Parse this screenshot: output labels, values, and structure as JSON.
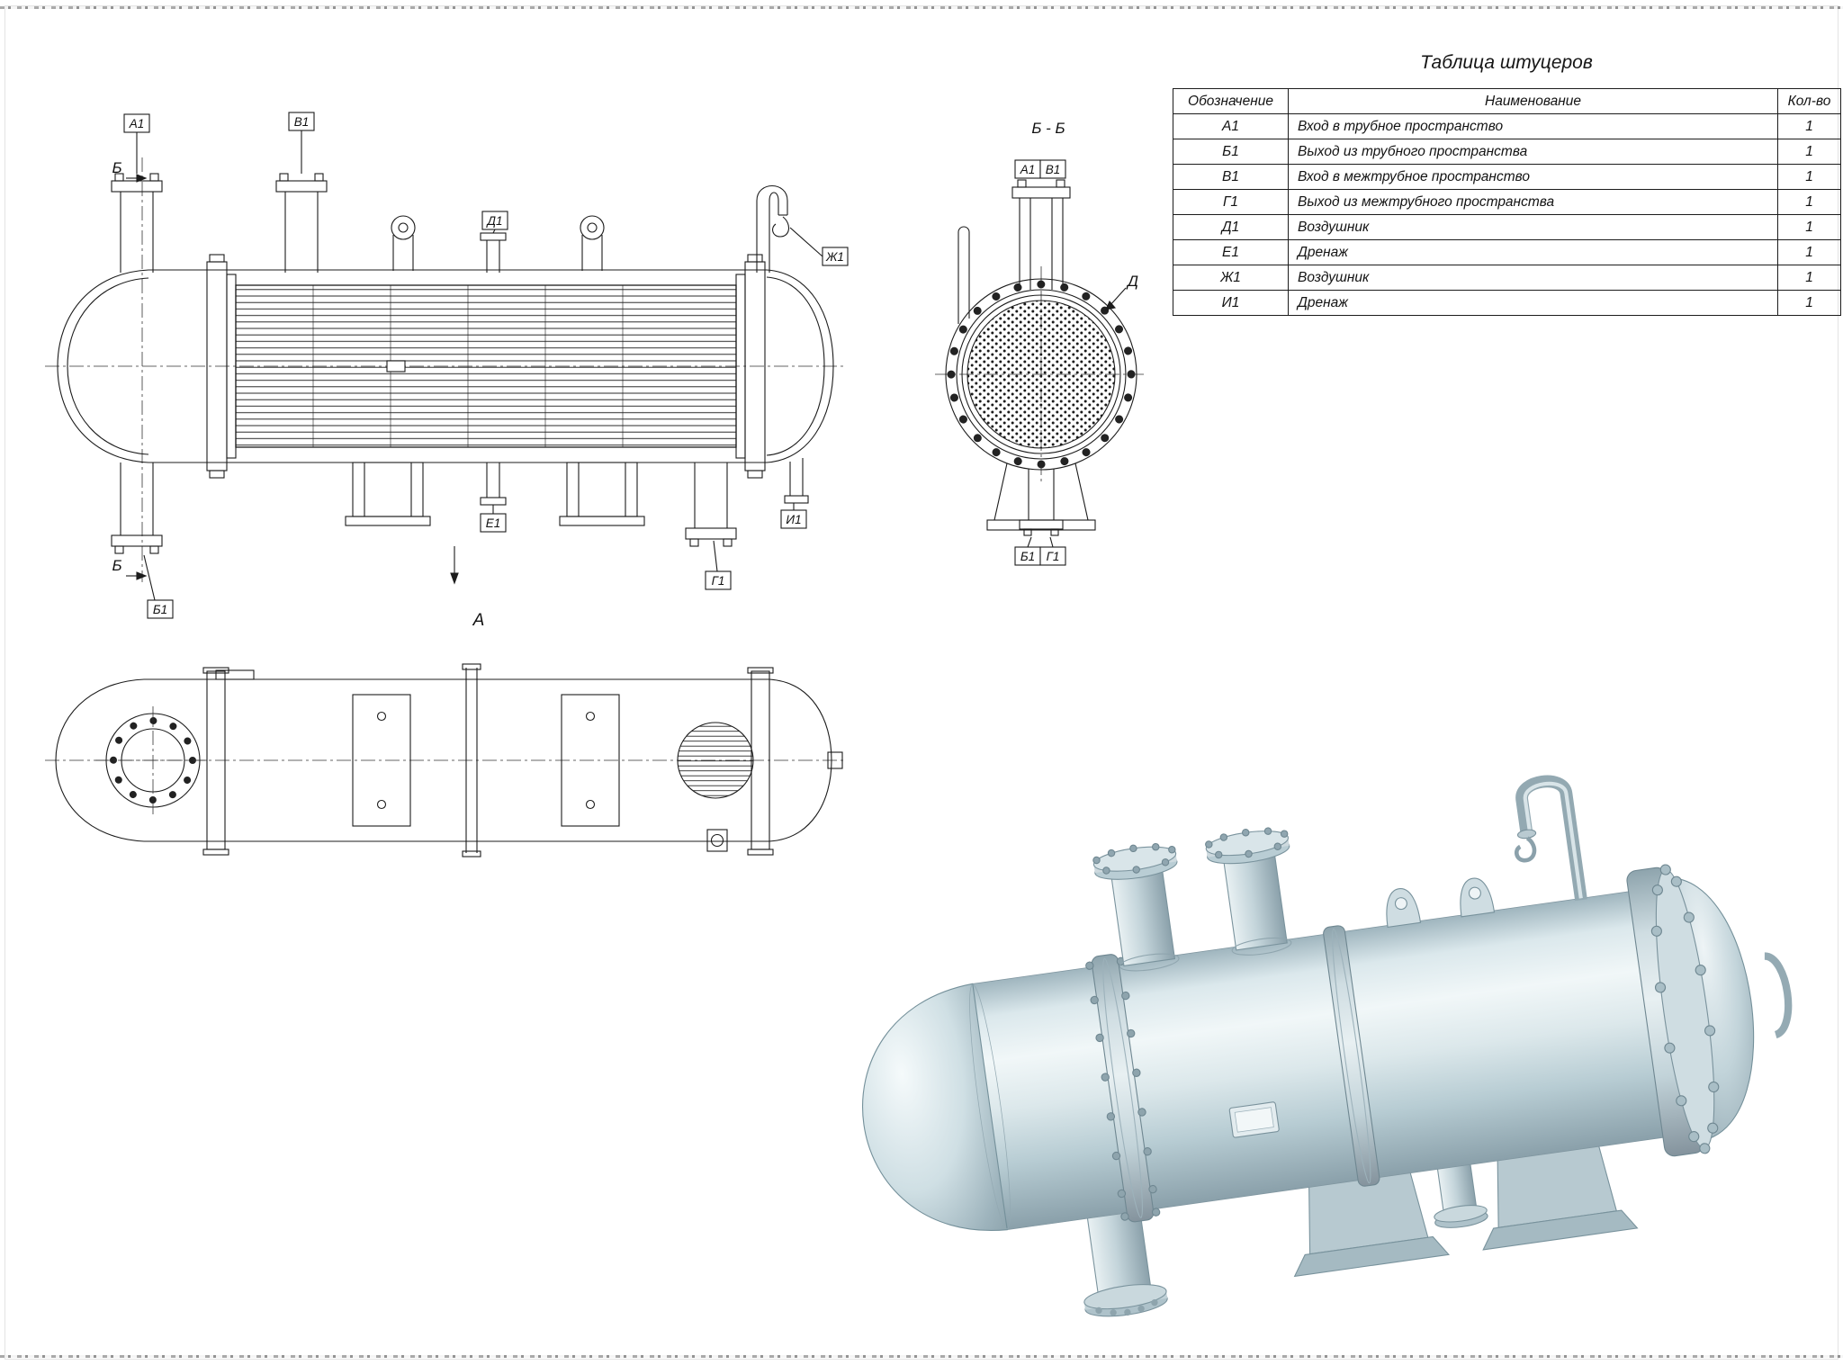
{
  "table": {
    "title": "Таблица штуцеров",
    "headers": {
      "designation": "Обозначение",
      "name": "Наименование",
      "qty": "Кол-во"
    },
    "rows": [
      {
        "designation": "А1",
        "name": "Вход в трубное пространство",
        "qty": "1"
      },
      {
        "designation": "Б1",
        "name": "Выход из трубного пространства",
        "qty": "1"
      },
      {
        "designation": "В1",
        "name": "Вход в межтрубное пространство",
        "qty": "1"
      },
      {
        "designation": "Г1",
        "name": "Выход из межтрубного пространства",
        "qty": "1"
      },
      {
        "designation": "Д1",
        "name": "Воздушник",
        "qty": "1"
      },
      {
        "designation": "Е1",
        "name": "Дренаж",
        "qty": "1"
      },
      {
        "designation": "Ж1",
        "name": "Воздушник",
        "qty": "1"
      },
      {
        "designation": "И1",
        "name": "Дренаж",
        "qty": "1"
      }
    ]
  },
  "side_view": {
    "callouts": {
      "a1": "А1",
      "v1": "В1",
      "d1": "Д1",
      "zh1": "Ж1",
      "b1": "Б1",
      "e1": "Е1",
      "g1": "Г1",
      "i1": "И1"
    },
    "section_mark": "Б",
    "view_label": "А"
  },
  "section_view": {
    "title": "Б - Б",
    "callouts": {
      "a1": "А1",
      "v1": "В1",
      "b1": "Б1",
      "g1": "Г1"
    },
    "detail_mark": "Д"
  },
  "colors": {
    "line": "#1c1c1c",
    "render_base": "#c9d9df",
    "render_shadow": "#8ea4ad",
    "render_highlight": "#f1f7f8"
  }
}
